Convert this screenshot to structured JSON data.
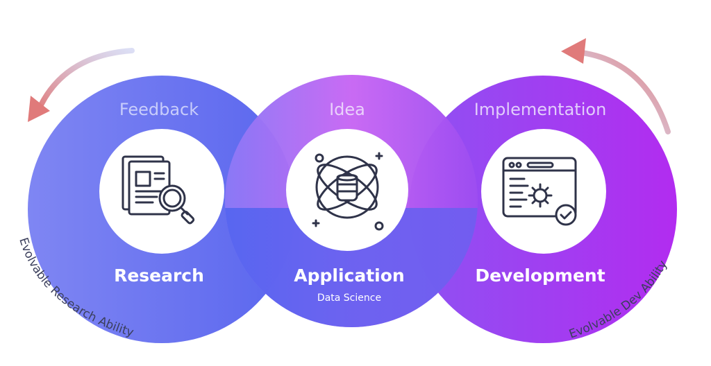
{
  "stages": [
    {
      "top_label": "Feedback",
      "title": "Research",
      "subtitle": "",
      "icon": "research-document-magnifier-icon"
    },
    {
      "top_label": "Idea",
      "title": "Application",
      "subtitle": "Data Science",
      "icon": "database-orbit-icon"
    },
    {
      "top_label": "Implementation",
      "title": "Development",
      "subtitle": "",
      "icon": "browser-gear-check-icon"
    }
  ],
  "arcs": {
    "left": "Evolvable Research Ability",
    "right": "Evolvable Dev Ability"
  },
  "colors": {
    "blue": "#5b6cf2",
    "purple": "#c25cf2",
    "magenta": "#a52df0",
    "icon_stroke": "#2f3349",
    "arrow_red": "#e07a7a",
    "arrow_blue": "#8a96d6"
  }
}
